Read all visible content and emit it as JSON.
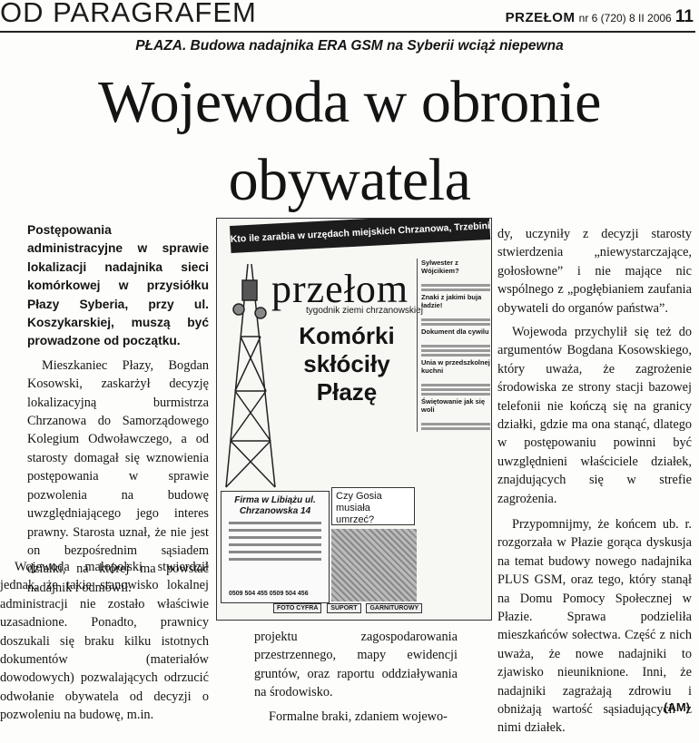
{
  "header": {
    "section": "OD PARAGRAFEM",
    "paper": "PRZEŁOM",
    "issue": "nr 6 (720) 8 II 2006",
    "page": "11"
  },
  "kicker": "PŁAZA. Budowa nadajnika ERA GSM na Syberii wciąż niepewna",
  "title_lines": [
    "Wojewoda w obronie",
    "obywatela"
  ],
  "lead": "Postępowania administracyjne w sprawie lokalizacji nadajnika sieci komórkowej w przysiółku Płazy Syberia, przy ul. Koszykarskiej, muszą być prowadzone od początku.",
  "col1": [
    "Mieszkaniec Płazy, Bogdan Kosowski, zaskarżył decyzję lokalizacyjną burmistrza Chrzanowa do Samorządowego Kolegium Odwoławczego, a od starosty domagał się wznowienia postępowania w sprawie pozwolenia na budowę uwzględniającego jego interes prawny. Starosta uznał, że nie jest on bezpośrednim sąsiadem działki, na której ma powstać nadajnik i odmówił."
  ],
  "col1b": "Wojewoda małopolski stwierdził jednak, że takie stanowisko lokalnej administracji nie zostało właściwie uzasadnione. Ponadto, prawnicy doszukali się braku kilku istotnych dokumentów (materiałów dowodowych) pozwalających odrzucić odwołanie obywatela od decyzji o pozwoleniu na budowę, m.in.",
  "col2b": [
    "projektu zagospodarowania przestrzennego, mapy ewidencji gruntów, oraz raportu oddziaływania na środowisko.",
    "Formalne braki, zdaniem wojewo-"
  ],
  "col3": [
    "dy, uczyniły z decyzji starosty stwierdzenia „niewystarczające, gołosłowne” i nie mające nic wspólnego z „pogłębianiem zaufania obywateli do organów państwa”.",
    "Wojewoda przychylił się też do argumentów Bogdana Kosowskiego, który uważa, że zagrożenie środowiska ze strony stacji bazowej telefonii nie kończą się na granicy działki, gdzie ma ona stanąć, dlatego w postępowaniu powinni być uwzględnieni właściciele działek, znajdujących się w strefie zagrożenia."
  ],
  "col3b": [
    "Przypomnijmy, że końcem ub. r. rozgorzała w Płazie gorąca dyskusja na temat budowy nowego nadajnika PLUS GSM, oraz tego, który stanął na Domu Pomocy Społecznej w Płazie. Sprawa podzieliła mieszkańców sołectwa. Część z nich uważa, że nowe nadajniki to zjawisko nieuniknione. Inni, że nadajniki zagrażają zdrowiu i obniżają wartość sąsiadujących z nimi działek."
  ],
  "signature": "(AM)",
  "cover": {
    "banner": "Kto ile zarabia w urzędach miejskich Chrzanowa, Trzebini i Libiąża?",
    "masthead": "przełom",
    "masthead_sub": "tygodnik ziemi chrzanowskiej",
    "headline": "Komórki skłóciły Płazę",
    "side_items": [
      "Sylwester z Wójcikiem?",
      "Znaki z jakimi buja ładzie!",
      "Dokument dla cywilu",
      "Unia w przedszkolnej kuchni",
      "Świętowanie jak się woli"
    ],
    "box1_title": "Firma w Libiążu ul. Chrzanowska 14",
    "box1_tel": "0509 504 455  0509 504 456",
    "box2_title": "Czy Gosia musiała umrzeć?",
    "ads": [
      "FOTO CYFRA",
      "SUPORT",
      "GARNITUROWY"
    ]
  }
}
